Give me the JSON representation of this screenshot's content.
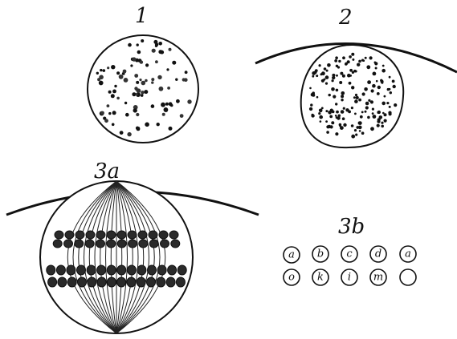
{
  "figures": {
    "fig1": {
      "label": "1"
    },
    "fig2": {
      "label": "2"
    },
    "fig3a": {
      "label": "3a"
    },
    "fig3b": {
      "label": "3b",
      "row1": [
        "a",
        "b",
        "c",
        "d",
        "a"
      ],
      "row2": [
        "o",
        "k",
        "i",
        "m",
        ""
      ]
    }
  }
}
